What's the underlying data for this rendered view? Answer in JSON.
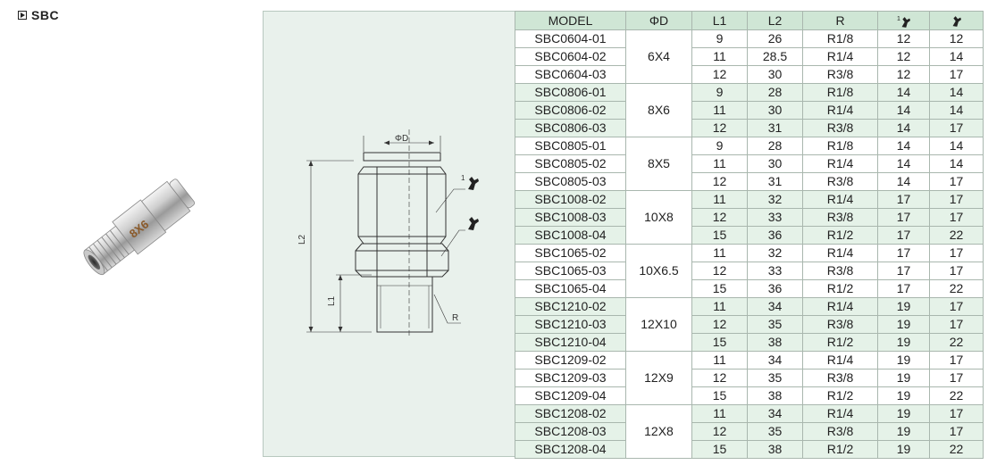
{
  "header": {
    "title": "SBC"
  },
  "drawing": {
    "phi_d_label": "ΦD",
    "l2_label": "L2",
    "l1_label": "L1",
    "r_label": "R",
    "wrench1_mark": "1"
  },
  "photo": {
    "thread_label": "8X6"
  },
  "table": {
    "headers": [
      "MODEL",
      "ΦD",
      "L1",
      "L2",
      "R",
      "1",
      ""
    ],
    "groups": [
      {
        "phi": "6X4",
        "rows": [
          [
            "SBC0604-01",
            "9",
            "26",
            "R1/8",
            "12",
            "12"
          ],
          [
            "SBC0604-02",
            "11",
            "28.5",
            "R1/4",
            "12",
            "14"
          ],
          [
            "SBC0604-03",
            "12",
            "30",
            "R3/8",
            "12",
            "17"
          ]
        ]
      },
      {
        "phi": "8X6",
        "rows": [
          [
            "SBC0806-01",
            "9",
            "28",
            "R1/8",
            "14",
            "14"
          ],
          [
            "SBC0806-02",
            "11",
            "30",
            "R1/4",
            "14",
            "14"
          ],
          [
            "SBC0806-03",
            "12",
            "31",
            "R3/8",
            "14",
            "17"
          ]
        ]
      },
      {
        "phi": "8X5",
        "rows": [
          [
            "SBC0805-01",
            "9",
            "28",
            "R1/8",
            "14",
            "14"
          ],
          [
            "SBC0805-02",
            "11",
            "30",
            "R1/4",
            "14",
            "14"
          ],
          [
            "SBC0805-03",
            "12",
            "31",
            "R3/8",
            "14",
            "17"
          ]
        ]
      },
      {
        "phi": "10X8",
        "rows": [
          [
            "SBC1008-02",
            "11",
            "32",
            "R1/4",
            "17",
            "17"
          ],
          [
            "SBC1008-03",
            "12",
            "33",
            "R3/8",
            "17",
            "17"
          ],
          [
            "SBC1008-04",
            "15",
            "36",
            "R1/2",
            "17",
            "22"
          ]
        ]
      },
      {
        "phi": "10X6.5",
        "rows": [
          [
            "SBC1065-02",
            "11",
            "32",
            "R1/4",
            "17",
            "17"
          ],
          [
            "SBC1065-03",
            "12",
            "33",
            "R3/8",
            "17",
            "17"
          ],
          [
            "SBC1065-04",
            "15",
            "36",
            "R1/2",
            "17",
            "22"
          ]
        ]
      },
      {
        "phi": "12X10",
        "rows": [
          [
            "SBC1210-02",
            "11",
            "34",
            "R1/4",
            "19",
            "17"
          ],
          [
            "SBC1210-03",
            "12",
            "35",
            "R3/8",
            "19",
            "17"
          ],
          [
            "SBC1210-04",
            "15",
            "38",
            "R1/2",
            "19",
            "22"
          ]
        ]
      },
      {
        "phi": "12X9",
        "rows": [
          [
            "SBC1209-02",
            "11",
            "34",
            "R1/4",
            "19",
            "17"
          ],
          [
            "SBC1209-03",
            "12",
            "35",
            "R3/8",
            "19",
            "17"
          ],
          [
            "SBC1209-04",
            "15",
            "38",
            "R1/2",
            "19",
            "22"
          ]
        ]
      },
      {
        "phi": "12X8",
        "rows": [
          [
            "SBC1208-02",
            "11",
            "34",
            "R1/4",
            "19",
            "17"
          ],
          [
            "SBC1208-03",
            "12",
            "35",
            "R3/8",
            "19",
            "17"
          ],
          [
            "SBC1208-04",
            "15",
            "38",
            "R1/2",
            "19",
            "22"
          ]
        ]
      }
    ]
  }
}
